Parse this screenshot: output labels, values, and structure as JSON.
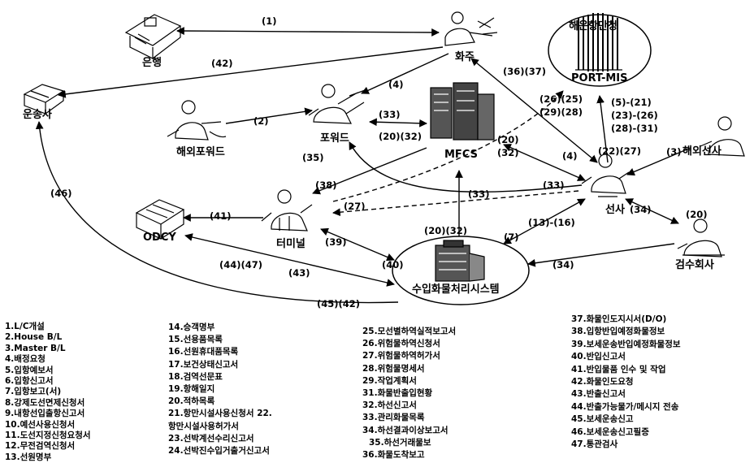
{
  "entities": {
    "bank": "은행",
    "shipper": "화주",
    "port_mis_org": "해운항만청",
    "port_mis": "PORT-MIS",
    "carrier": "운송사",
    "overseas_forwarder": "해외포워드",
    "forwarder": "포워드",
    "mfcs": "MFCS",
    "shipping_line": "선사",
    "overseas_shipping_line": "해외선사",
    "odcy": "ODCY",
    "terminal": "터미널",
    "inspection_company": "검수회사",
    "import_system": "수입화물처리시스템"
  },
  "edges": {
    "e1": "(1)",
    "e42a": "(42)",
    "e4a": "(4)",
    "e2": "(2)",
    "e33a": "(33)",
    "e2032a": "(20)(32)",
    "e3637": "(36)(37)",
    "e2625": "(26)(25)",
    "e2928": "(29)(28)",
    "e5_21": "(5)-(21)",
    "e23_26": "(23)-(26)",
    "e28_31": "(28)-(31)",
    "e20": "(20)",
    "e32": "(32)",
    "e4b": "(4)",
    "e2227": "(22)(27)",
    "e3": "(3)",
    "e35": "(35)",
    "e38": "(38)",
    "e33b": "(33)",
    "e33c": "(33)",
    "e46": "(46)",
    "e41": "(41)",
    "e27": "(27)",
    "e34a": "(34)",
    "e20b": "(20)",
    "e13_16": "(13)-(16)",
    "e2032b": "(20)(32)",
    "e7": "(7)",
    "e39": "(39)",
    "e4447": "(44)(47)",
    "e43": "(43)",
    "e40": "(40)",
    "e34b": "(34)",
    "e4542": "(45)(42)"
  },
  "legend": {
    "col1": [
      "1.L/C개설",
      "2.House B/L",
      "3.Master B/L",
      "4.배정요청",
      "5.입항예보서",
      "6.입항신고서",
      "7.입항보고(서)",
      "8.강제도선면제신청서",
      "9.내항선입출항신고서",
      "10.예선사용신청서",
      "11.도선지정신청요청서",
      "12.무전검역신청서",
      "13.선원명부"
    ],
    "col2": [
      "14.승객명부",
      "15.선용품목록",
      "16.선원휴대품목록",
      "17.보건상태신고서",
      "18.검역선문표",
      "19.항해일지",
      "20.적하목록",
      "21.항만시설사용신청서 22.",
      "항만시설사용허가서",
      "23.선박계선수리신고서",
      "24.선박진수입거출거신고서"
    ],
    "col3": [
      "25.모선별하역실적보고서",
      "26.위험물하역신청서",
      "27.위험물하역허가서",
      "28.위험물명세서",
      "29.작업계획서",
      "31.화물반출입현황",
      "32.하선신고서",
      "33.관리화물목록",
      "34.하선결과이상보고서",
      "35.하선거래물보",
      "36.화물도착보고"
    ],
    "col4": [
      "37.화물인도지시서(D/O)",
      "38.입항반입예정화물정보",
      "39.보세운송반입예정화물정보",
      "40.반입신고서",
      "41.반입물품 인수 및 작업",
      "42.화물인도요청",
      "43.반출신고서",
      "44.반출가능물가/메시지 전송",
      "45.보세운송신고",
      "46.보세운송신고필증",
      "47.통관검사"
    ]
  }
}
